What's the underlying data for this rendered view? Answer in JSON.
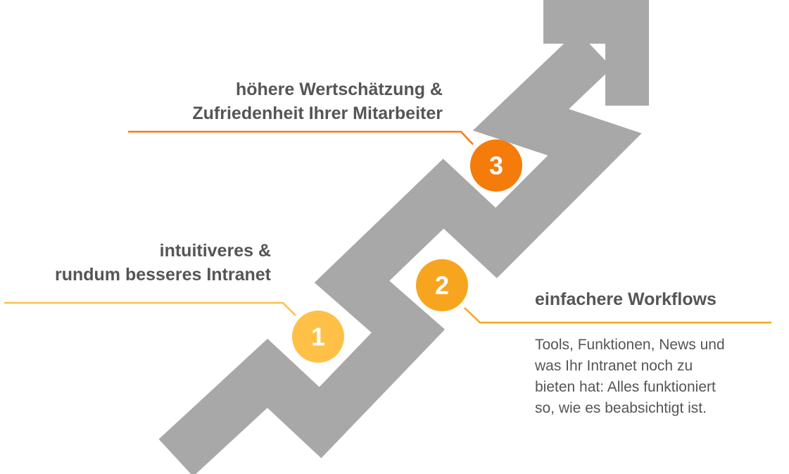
{
  "steps": [
    {
      "number": "1",
      "lines": [
        "intuitiveres &",
        "rundum besseres Intranet"
      ],
      "color": "#FEC046"
    },
    {
      "number": "2",
      "lines": [
        "einfachere Workflows"
      ],
      "description": [
        "Tools, Funktionen, News und",
        "was Ihr Intranet noch zu",
        "bieten hat: Alles funktioniert",
        "so, wie es beabsichtigt ist."
      ],
      "color": "#F7A51E"
    },
    {
      "number": "3",
      "lines": [
        "höhere Wertschätzung &",
        "Zufriedenheit Ihrer Mitarbeiter"
      ],
      "color": "#F57B0A"
    }
  ],
  "arrow_color": "#A8A8A8",
  "text_color": "#555555"
}
